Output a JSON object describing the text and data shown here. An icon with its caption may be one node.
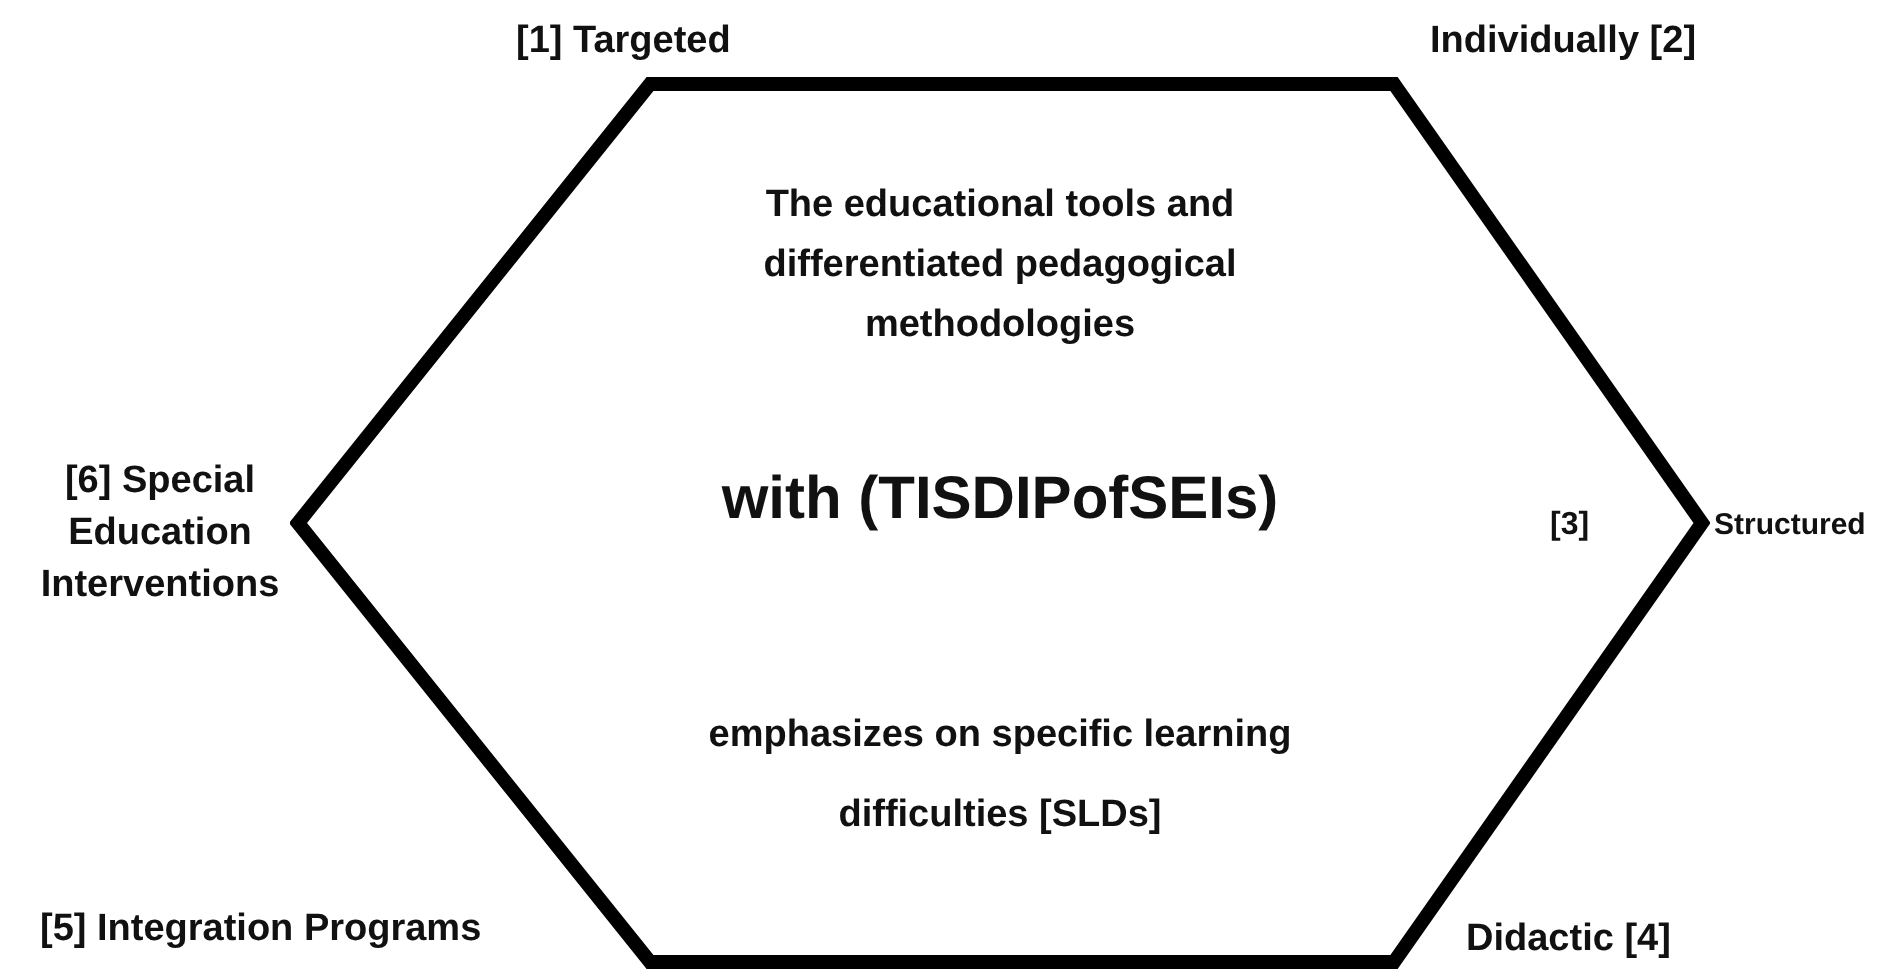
{
  "diagram": {
    "nodes": [
      {
        "text": [
          "The educational tools and differentiated pedagogical methodologies",
          "with (TISDIPofSEIs)",
          "emphasizes on specific learning difficulties [SLDs]"
        ]
      }
    ],
    "edges": [],
    "labels": [
      "[1] Targeted",
      "Individually [2]",
      "[6] Special Education Interventions",
      "[3]",
      "Structured",
      "[5] Integration Programs",
      "Didactic [4]"
    ]
  }
}
